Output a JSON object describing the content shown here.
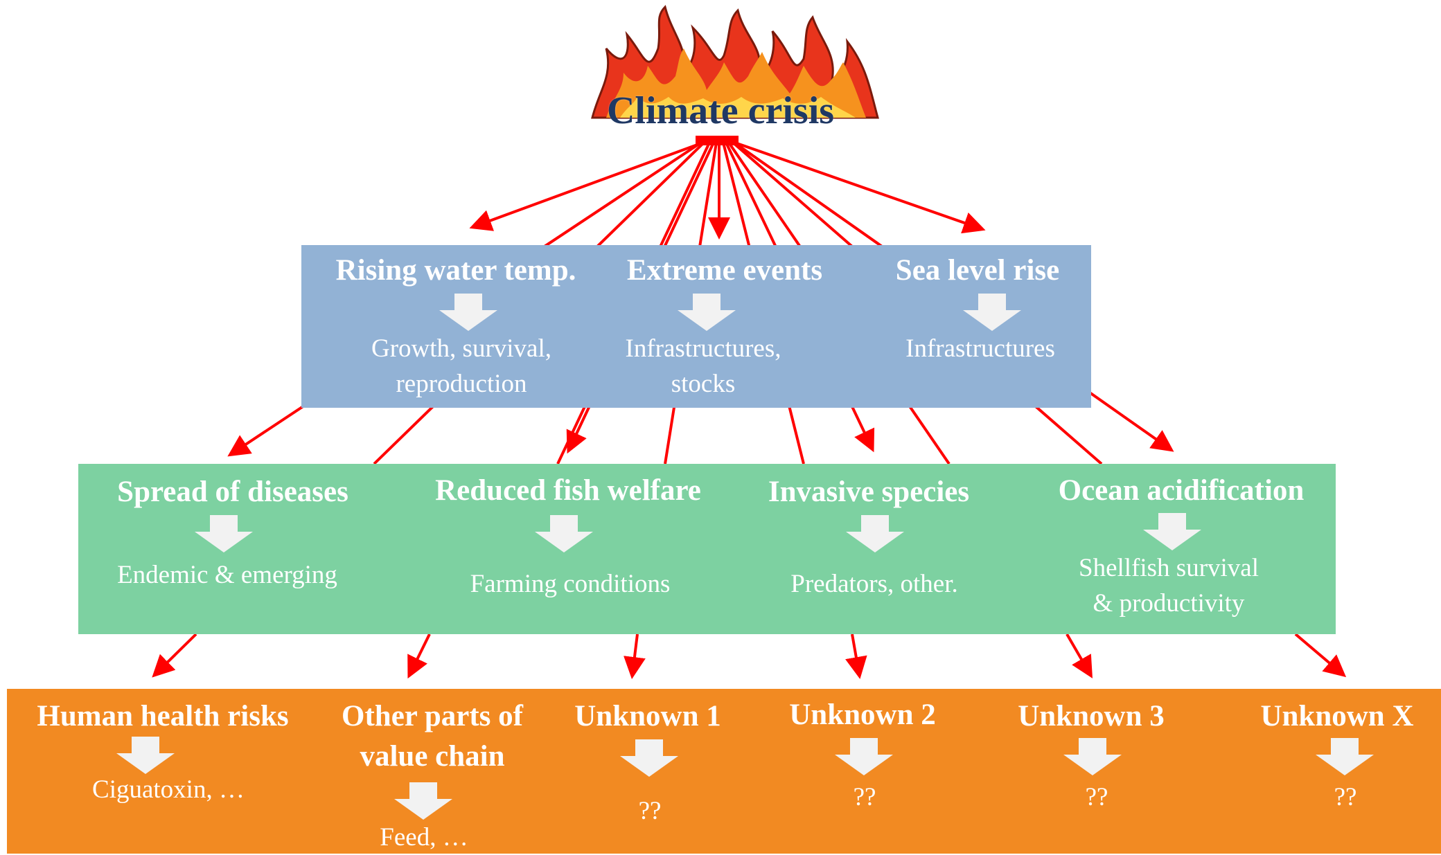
{
  "title": "Climate crisis",
  "icons": {
    "fire": "fire-icon",
    "down_arrow": "down-arrow-icon"
  },
  "colors": {
    "title": "#1f3864",
    "connector": "#ff0000",
    "level1": "#92b2d5",
    "level2": "#7dd1a1",
    "level3": "#f28a22",
    "text": "#ffffff",
    "arrow": "#f2f2f2"
  },
  "level1": [
    {
      "label": "Rising water temp.",
      "sub": [
        "Growth, survival,",
        "reproduction"
      ]
    },
    {
      "label": "Extreme events",
      "sub": [
        "Infrastructures,",
        "stocks"
      ]
    },
    {
      "label": "Sea level rise",
      "sub": [
        "Infrastructures"
      ]
    }
  ],
  "level2": [
    {
      "label": "Spread of  diseases",
      "sub": [
        "Endemic & emerging"
      ]
    },
    {
      "label": "Reduced fish welfare",
      "sub": [
        "Farming conditions"
      ]
    },
    {
      "label": "Invasive species",
      "sub": [
        "Predators, other."
      ]
    },
    {
      "label": "Ocean acidification",
      "sub": [
        "Shellfish survival",
        "& productivity"
      ]
    }
  ],
  "level3": [
    {
      "label": [
        "Human health risks"
      ],
      "sub": [
        "Ciguatoxin, …"
      ]
    },
    {
      "label": [
        "Other parts of",
        "value chain"
      ],
      "sub": [
        "Feed, …"
      ]
    },
    {
      "label": [
        "Unknown 1"
      ],
      "sub": [
        "??"
      ]
    },
    {
      "label": [
        "Unknown 2"
      ],
      "sub": [
        "??"
      ]
    },
    {
      "label": [
        "Unknown 3"
      ],
      "sub": [
        "??"
      ]
    },
    {
      "label": [
        "Unknown X"
      ],
      "sub": [
        "??"
      ]
    }
  ]
}
